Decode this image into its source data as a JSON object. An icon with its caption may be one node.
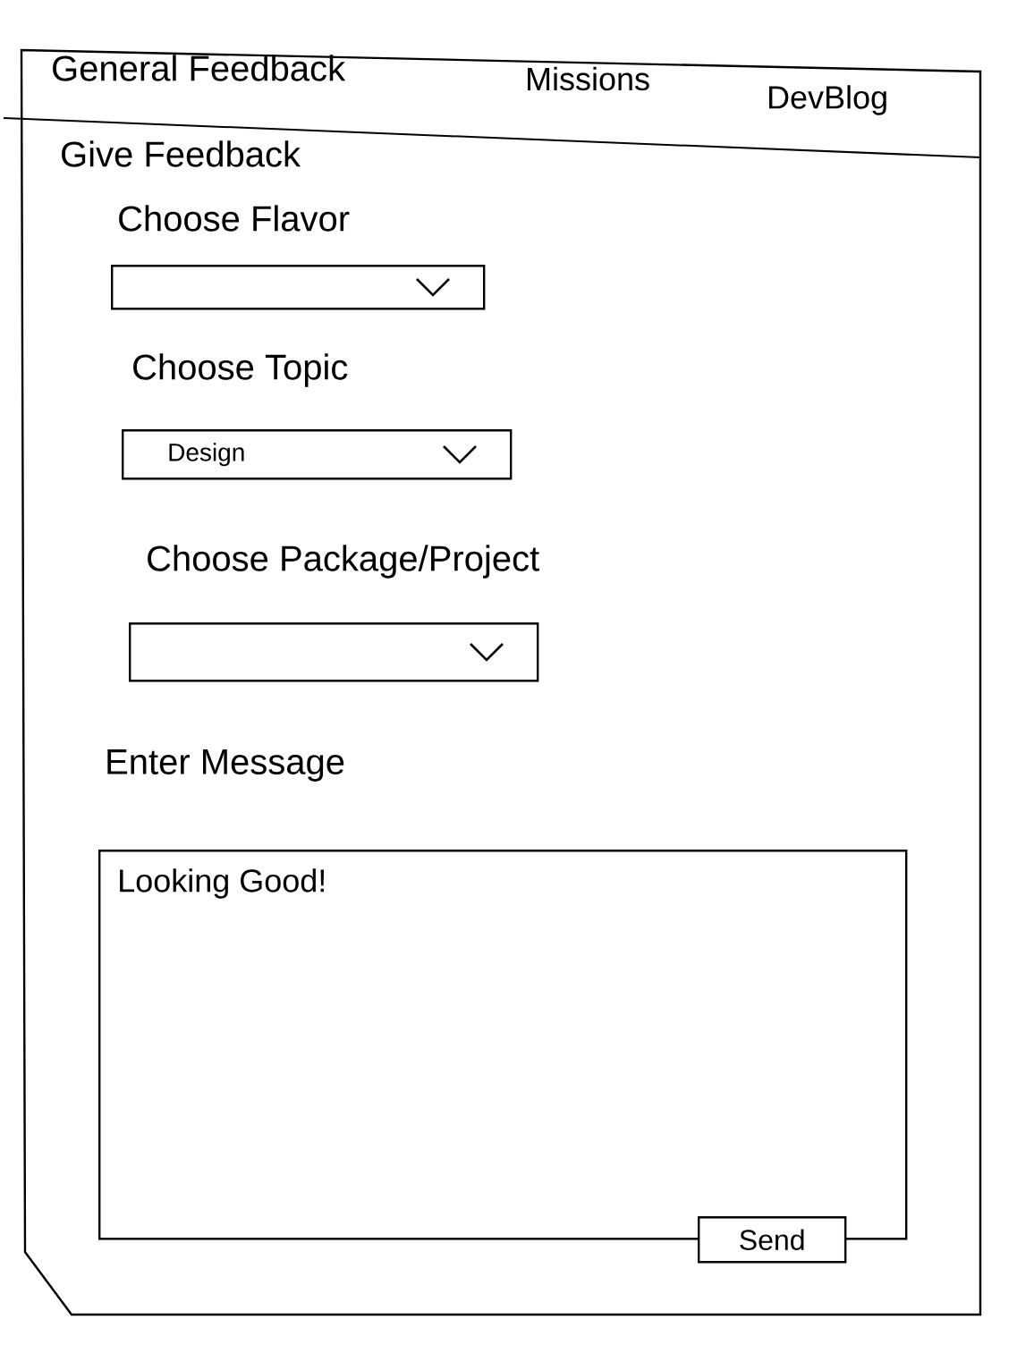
{
  "diagram": {
    "nodes": [
      {
        "text": [],
        "shape": "box"
      },
      {
        "text": [
          "Design"
        ]
      },
      {
        "text": [],
        "shape": "box"
      },
      {
        "text": [
          "Looking Good!"
        ]
      },
      {
        "text": [
          "Send"
        ]
      }
    ],
    "edges": [],
    "labels": [
      "General Feedback",
      "Missions",
      "DevBlog",
      "Give Feedback",
      "Choose Flavor",
      "Choose Topic",
      "Choose Package/Project",
      "Enter Message"
    ]
  }
}
